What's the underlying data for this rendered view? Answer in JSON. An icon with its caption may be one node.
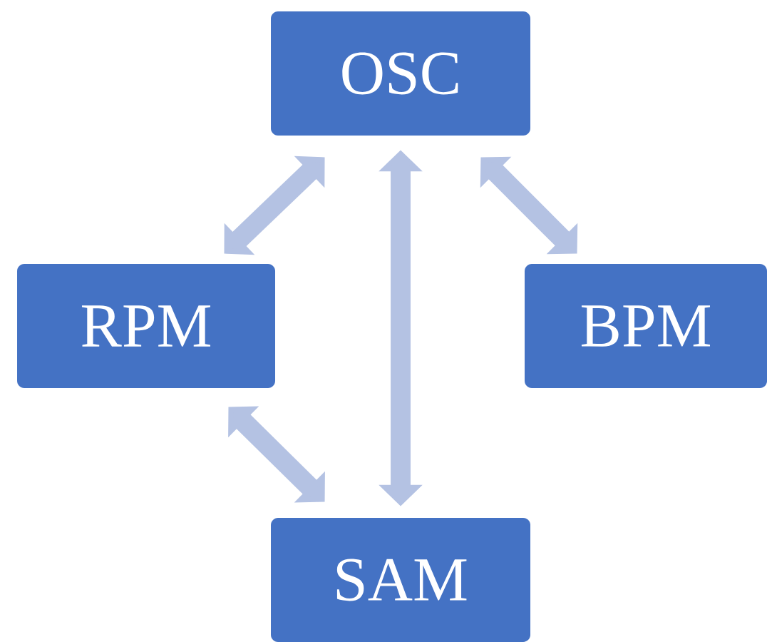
{
  "diagram": {
    "nodes": [
      {
        "text": [
          "OSC"
        ]
      },
      {
        "text": [
          "RPM"
        ]
      },
      {
        "text": [
          "BPM"
        ]
      },
      {
        "text": [
          "SAM"
        ]
      }
    ],
    "edges": [
      {
        "from": 0,
        "to": 1,
        "arrow": "both"
      },
      {
        "from": 0,
        "to": 3,
        "arrow": "both"
      },
      {
        "from": 0,
        "to": 2,
        "arrow": "both"
      },
      {
        "from": 1,
        "to": 3,
        "arrow": "both"
      }
    ]
  }
}
